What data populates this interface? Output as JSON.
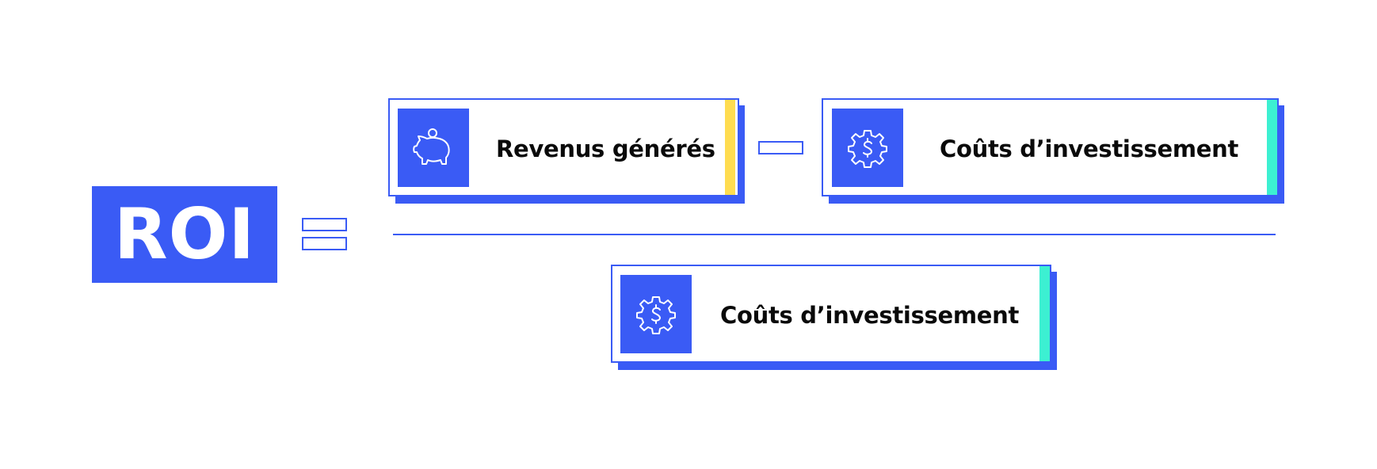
{
  "colors": {
    "blue": "#3A5BF5",
    "yellow": "#FFDC50",
    "teal": "#3CF0D2",
    "text": "#0A0A0A",
    "background": "#FFFFFF"
  },
  "formula": {
    "lhs": "ROI",
    "equals_symbol": "equals-sign",
    "operator": "minus-sign",
    "numerator": [
      {
        "label": "Revenus générés",
        "icon": "piggy-bank-icon",
        "accent": "#FFDC50"
      },
      {
        "label": "Coûts d’investissement",
        "icon": "gear-dollar-icon",
        "accent": "#3CF0D2"
      }
    ],
    "denominator": {
      "label": "Coûts d’investissement",
      "icon": "gear-dollar-icon",
      "accent": "#3CF0D2"
    }
  }
}
